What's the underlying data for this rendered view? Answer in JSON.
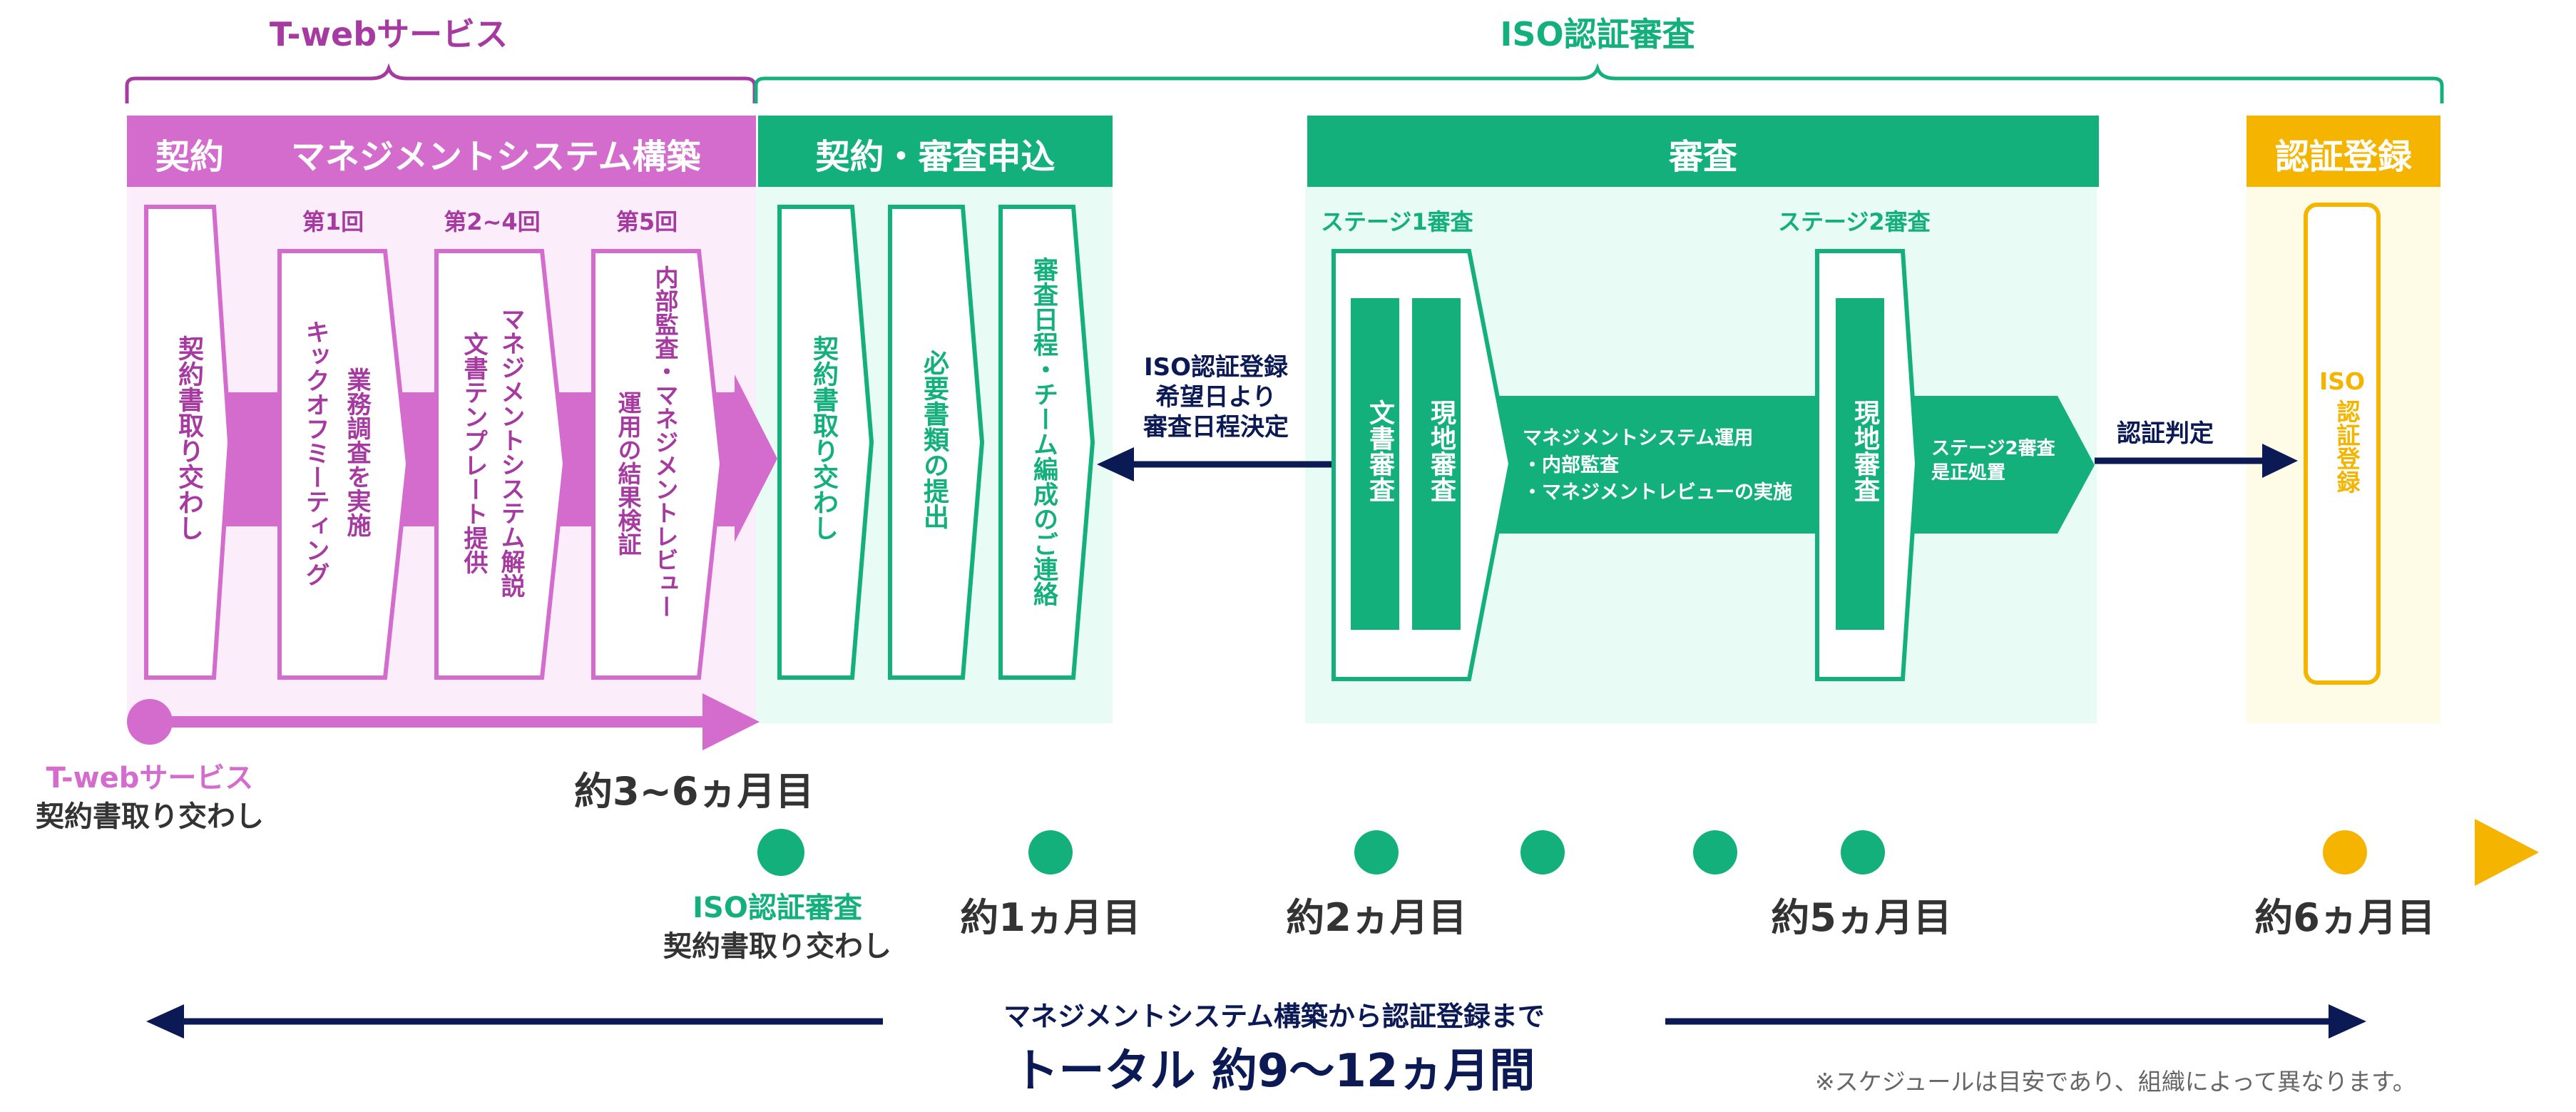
{
  "colors": {
    "tweb": "#d46ccd",
    "tweb_dark": "#a63aa0",
    "tweb_bg": "#fbeefa",
    "iso": "#14b07c",
    "iso_bg": "#e9fbf5",
    "navy": "#0b1a55",
    "gold": "#f5b400",
    "gold_bg": "#fefbe6",
    "gray": "#333333"
  },
  "tweb": {
    "bracket_title": "T-webサービス",
    "header_contract": "契約",
    "header_build": "マネジメントシステム構築",
    "steps": [
      {
        "round": "",
        "lines": [
          "契約書取り交わし"
        ]
      },
      {
        "round": "第1回",
        "lines": [
          "業務調査を実施",
          "キックオフミーティング"
        ]
      },
      {
        "round": "第2~4回",
        "lines": [
          "マネジメントシステム解説",
          "文書テンプレート提供"
        ]
      },
      {
        "round": "第5回",
        "lines": [
          "内部監査・マネジメントレビュー",
          "運用の結果検証"
        ]
      }
    ],
    "start_title": "T-webサービス",
    "start_sub": "契約書取り交わし",
    "duration": "約3~6ヵ月目"
  },
  "iso": {
    "bracket_title": "ISO認証審査",
    "header_apply": "契約・審査申込",
    "header_audit": "審査",
    "header_register": "認証登録",
    "apply_steps": [
      {
        "lines": [
          "契約書取り交わし"
        ]
      },
      {
        "lines": [
          "必要書類の提出"
        ]
      },
      {
        "lines": [
          "審査日程・チーム編成のご連絡"
        ]
      }
    ],
    "schedule_note": [
      "ISO認証登録",
      "希望日より",
      "審査日程決定"
    ],
    "stage1_label": "ステージ1審査",
    "stage1_items": [
      "文書審査",
      "現地審査"
    ],
    "mid_text": [
      "マネジメントシステム運用",
      "・内部監査",
      "・マネジメントレビューの実施"
    ],
    "stage2_label": "ステージ2審査",
    "stage2_item": "現地審査",
    "correction": [
      "ステージ2審査",
      "是正処置"
    ],
    "judgment": "認証判定",
    "register_box": [
      "ISO",
      "認証登録"
    ],
    "start_title": "ISO認証審査",
    "start_sub": "契約書取り交わし",
    "month_labels": [
      "約1ヵ月目",
      "約2ヵ月目",
      "約5ヵ月目",
      "約6ヵ月目"
    ]
  },
  "total": {
    "caption": "マネジメントシステム構築から認証登録まで",
    "headline": "トータル 約9〜12ヵ月間"
  },
  "footnote": "※スケジュールは目安であり、組織によって異なります。"
}
